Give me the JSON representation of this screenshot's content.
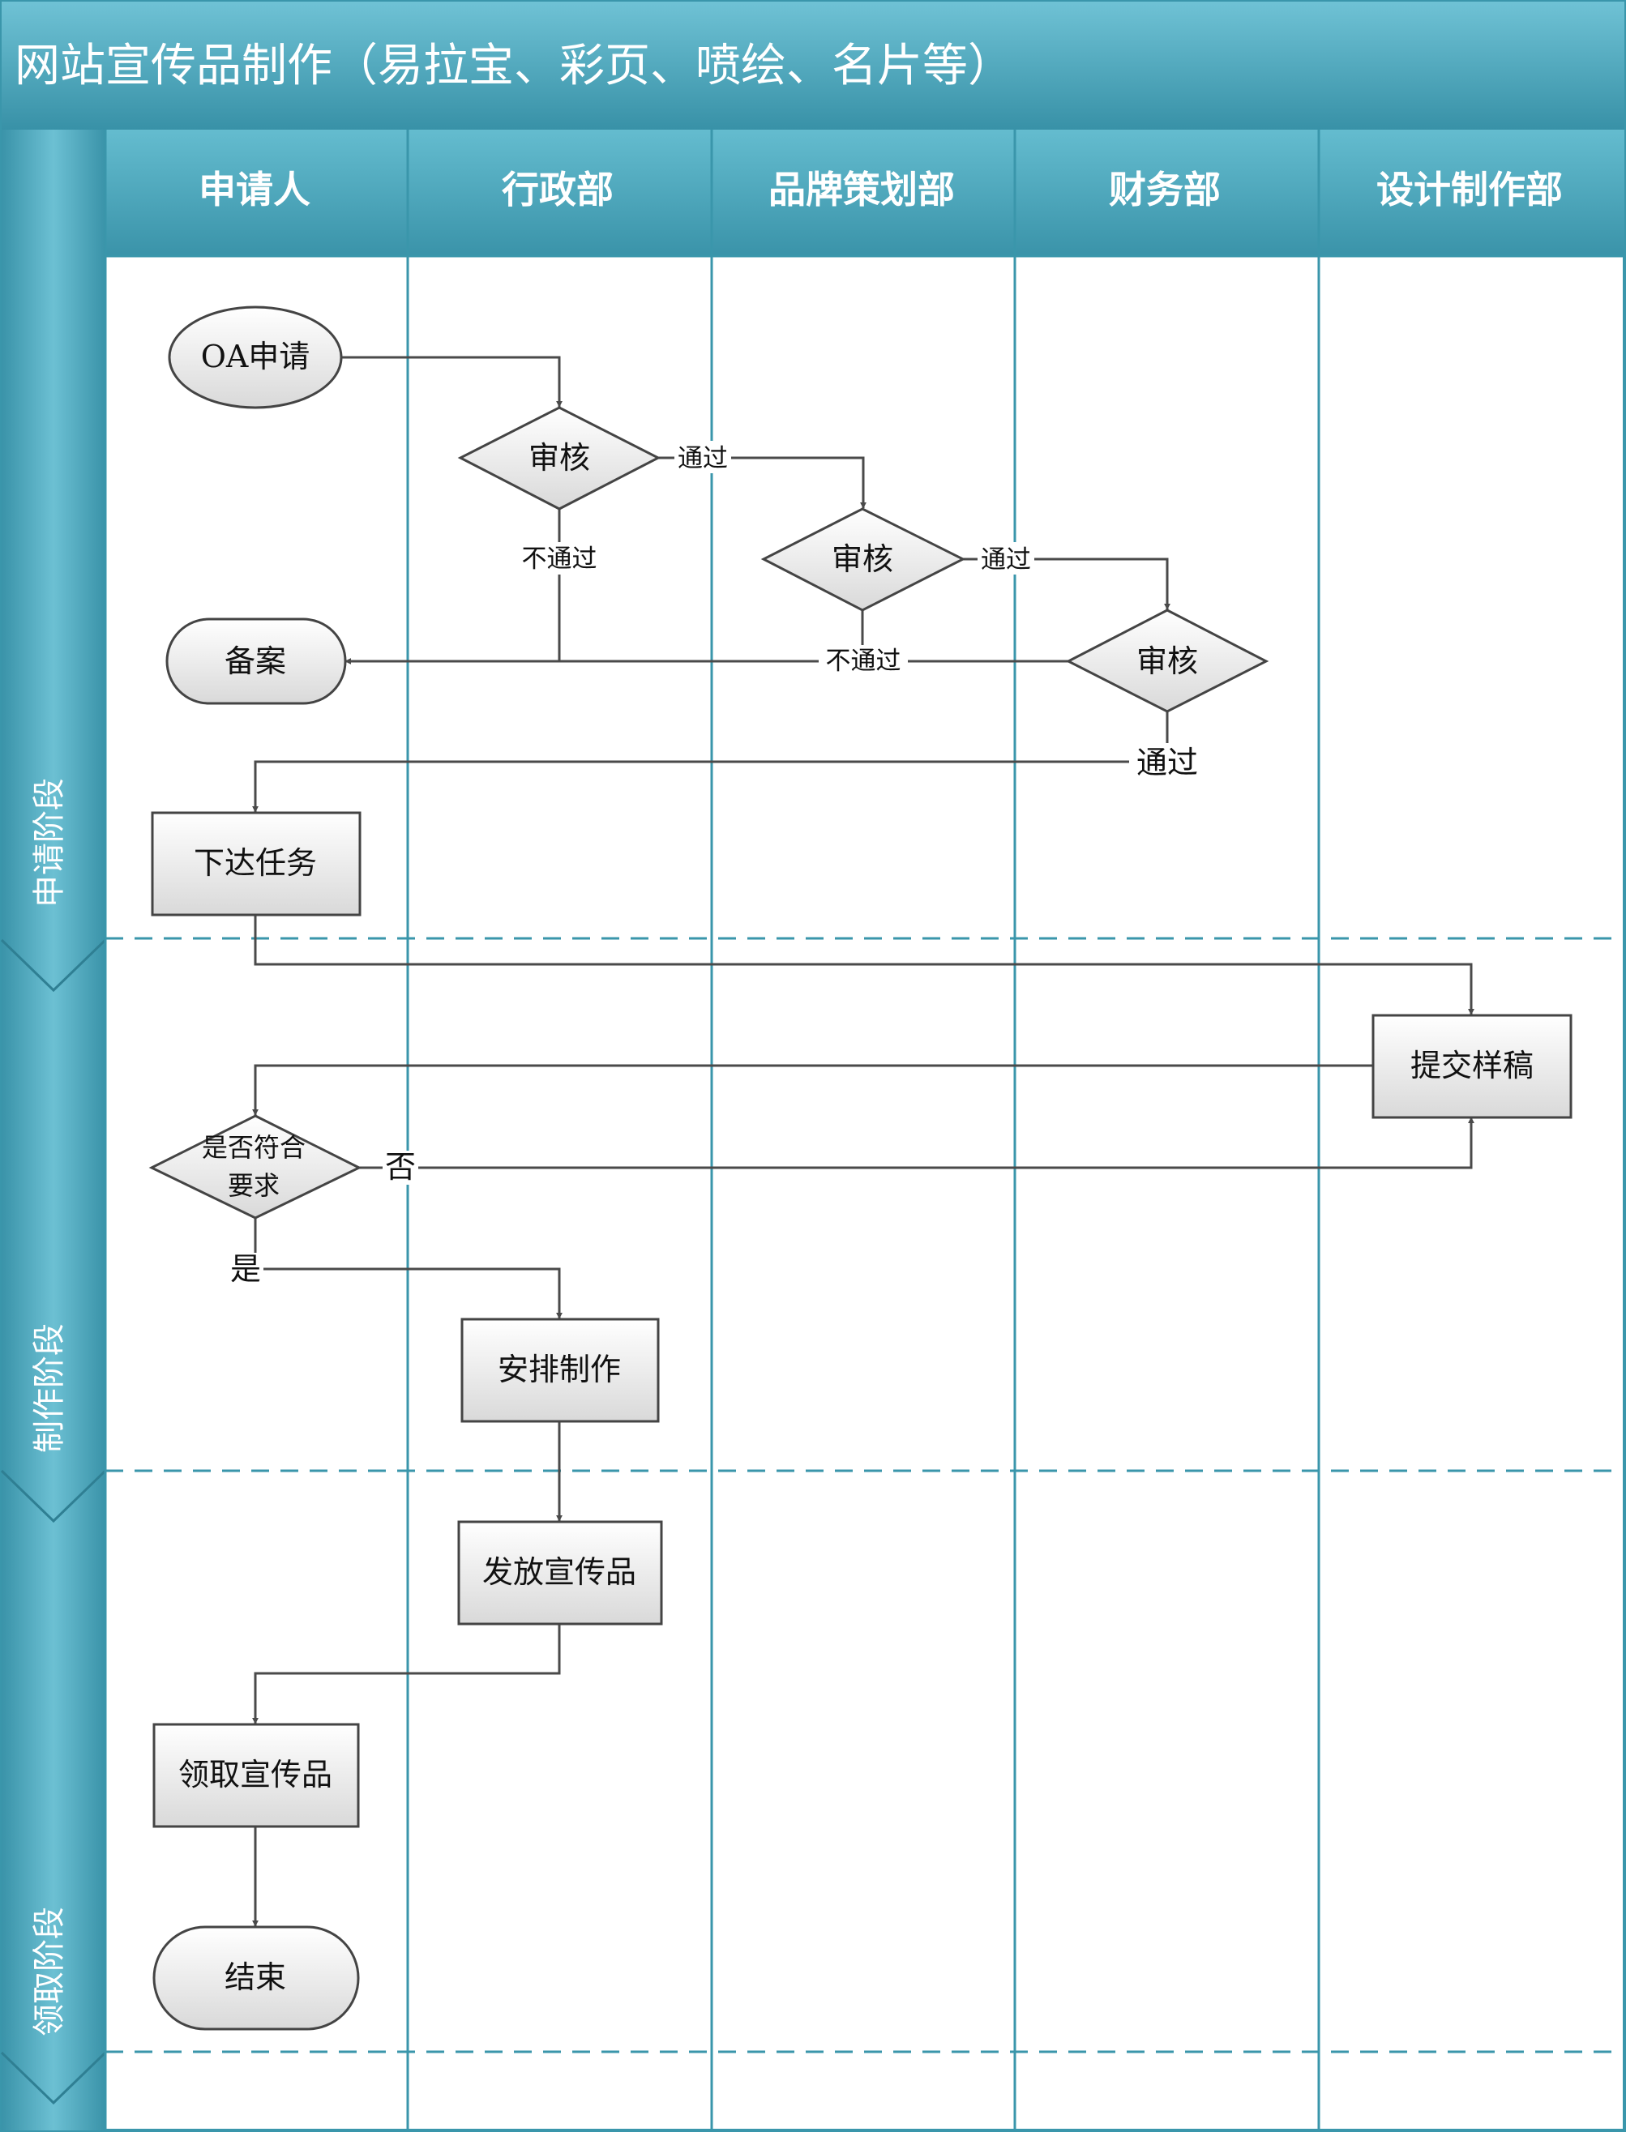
{
  "title": "网站宣传品制作（易拉宝、彩页、喷绘、名片等）",
  "lanes": [
    "申请人",
    "行政部",
    "品牌策划部",
    "财务部",
    "设计制作部"
  ],
  "phases": [
    "申请阶段",
    "制作阶段",
    "领取阶段"
  ],
  "nodes": {
    "oa_apply": "OA申请",
    "review_admin": "审核",
    "review_brand": "审核",
    "review_finance": "审核",
    "archive": "备案",
    "assign_task": "下达任务",
    "submit_draft": "提交样稿",
    "meets_req_line1": "是否符合",
    "meets_req_line2": "要求",
    "arrange_production": "安排制作",
    "distribute": "发放宣传品",
    "receive": "领取宣传品",
    "end": "结束"
  },
  "edge_labels": {
    "admin_pass": "通过",
    "admin_fail": "不通过",
    "brand_pass": "通过",
    "brand_fail": "不通过",
    "finance_pass": "通过",
    "no": "否",
    "yes": "是"
  },
  "colors": {
    "header": "#3a96ab",
    "header_light": "#6cc0d3",
    "lane_line": "#3a96ab",
    "node_fill_top": "#ffffff",
    "node_fill_bottom": "#dcdcdc",
    "edge": "#4a4a4a"
  }
}
